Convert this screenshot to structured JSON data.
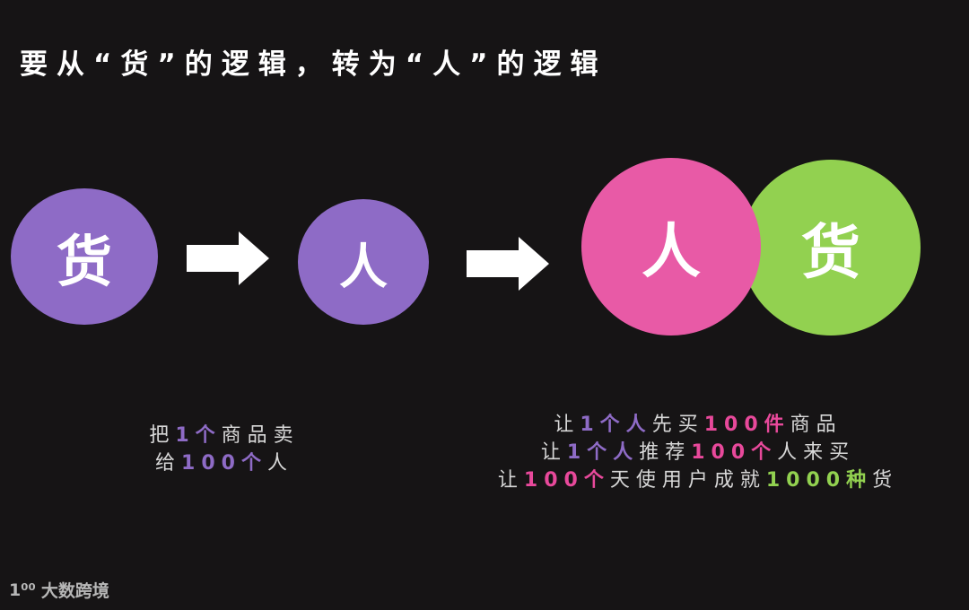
{
  "title": "要从“货”的逻辑，转为“人”的逻辑",
  "circles": {
    "goods_left": "货",
    "people_mid": "人",
    "people_right": "人",
    "goods_right": "货"
  },
  "caption_left": {
    "line1": [
      "把",
      "1",
      "个",
      "商品卖"
    ],
    "line2": [
      "给",
      "100",
      "个",
      "人"
    ]
  },
  "caption_right": {
    "line1": [
      "让",
      "1",
      "个",
      "人",
      "先买",
      "100",
      "件",
      "商品"
    ],
    "line2": [
      "让",
      "1",
      "个",
      "人",
      "推荐",
      "100",
      "个",
      "人来买"
    ],
    "line3": [
      "让",
      "100",
      "个",
      "天使用户成就",
      "1000",
      "种",
      "货"
    ]
  },
  "watermark": {
    "logo_text": "1⁰⁰",
    "brand": "大数跨境"
  },
  "colors": {
    "background": "#161415",
    "purple": "#8e6bc6",
    "pink": "#e85aa6",
    "green": "#92d150",
    "text": "#ffffff"
  }
}
